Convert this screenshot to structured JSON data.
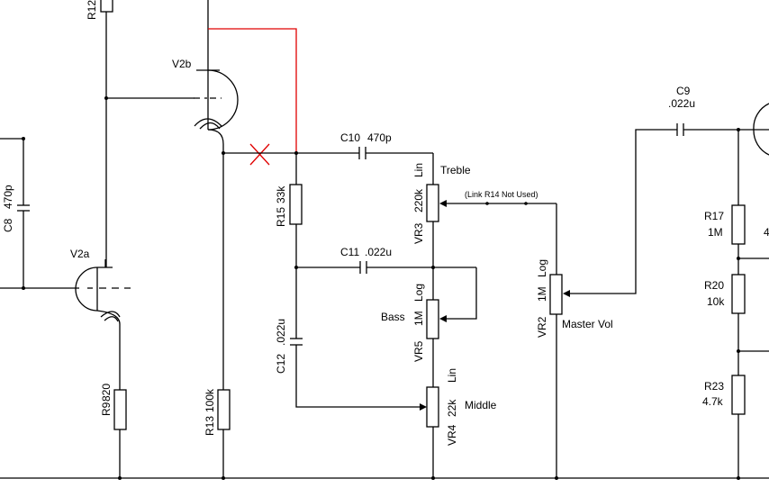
{
  "colors": {
    "wire": "#000000",
    "modification": "#e00000",
    "background": "#ffffff"
  },
  "tubes": {
    "v2a": "V2a",
    "v2b": "V2b"
  },
  "resistors": {
    "r12": "R12",
    "r15": {
      "ref": "R15",
      "value": "33k"
    },
    "r13": {
      "ref": "R13",
      "value": "100k"
    },
    "r9": {
      "ref": "R9",
      "value": "820"
    },
    "r17": {
      "ref": "R17",
      "value": "1M"
    },
    "r20": {
      "ref": "R20",
      "value": "10k"
    },
    "r23": {
      "ref": "R23",
      "value": "4.7k"
    }
  },
  "capacitors": {
    "c8": {
      "ref": "C8",
      "value": "470p"
    },
    "c10": {
      "ref": "C10",
      "value": "470p"
    },
    "c11": {
      "ref": "C11",
      "value": ".022u"
    },
    "c12": {
      "ref": "C12",
      "value": ".022u"
    },
    "c9": {
      "ref": "C9",
      "value": ".022u"
    }
  },
  "pots": {
    "vr3": {
      "ref": "VR3",
      "value": "220k",
      "taper": "Lin",
      "name": "Treble"
    },
    "vr5": {
      "ref": "VR5",
      "value": "1M",
      "taper": "Log",
      "name": "Bass"
    },
    "vr4": {
      "ref": "VR4",
      "value": "22k",
      "taper": "Lin",
      "name": "Middle"
    },
    "vr2": {
      "ref": "VR2",
      "value": "1M",
      "taper": "Log",
      "name": "Master Vol"
    }
  },
  "notes": {
    "link": "(Link  R14  Not Used)",
    "edge_value": "4"
  }
}
